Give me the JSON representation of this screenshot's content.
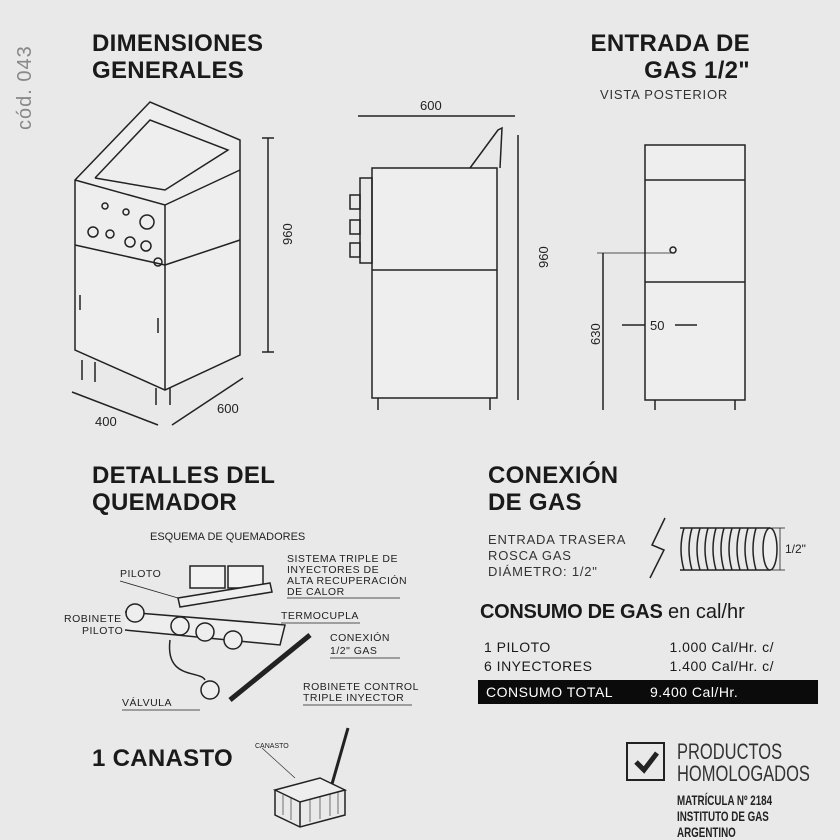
{
  "code": "cód. 043",
  "dimensions": {
    "title_line1": "DIMENSIONES",
    "title_line2": "GENERALES",
    "height": "960",
    "width": "400",
    "depth": "600",
    "side_depth": "600",
    "side_height": "960"
  },
  "gas_inlet": {
    "title_line1": "ENTRADA DE",
    "title_line2": "GAS 1/2\"",
    "subtitle": "VISTA POSTERIOR",
    "height": "630",
    "offset": "50"
  },
  "burner": {
    "title_line1": "DETALLES DEL",
    "title_line2": "QUEMADOR",
    "schema_title": "ESQUEMA DE QUEMADORES",
    "labels": {
      "piloto": "PILOTO",
      "robinete_piloto_1": "ROBINETE",
      "robinete_piloto_2": "PILOTO",
      "sistema_1": "SISTEMA TRIPLE DE",
      "sistema_2": "INYECTORES DE",
      "sistema_3": "ALTA RECUPERACIÓN",
      "sistema_4": "DE CALOR",
      "termocupla": "TERMOCUPLA",
      "conexion_1": "CONEXIÓN",
      "conexion_2": "1/2\" GAS",
      "robinete_control_1": "ROBINETE CONTROL",
      "robinete_control_2": "TRIPLE INYECTOR",
      "valvula": "VÁLVULA"
    }
  },
  "connection": {
    "title_line1": "CONEXIÓN",
    "title_line2": "DE GAS",
    "desc_1": "ENTRADA TRASERA",
    "desc_2": "ROSCA GAS",
    "desc_3": "DIÁMETRO: 1/2\"",
    "diameter": "1/2\""
  },
  "consumption": {
    "title_bold": "CONSUMO DE GAS",
    "title_unit": "en cal/hr",
    "rows": [
      {
        "label": "1 PILOTO",
        "value": "1.000 Cal/Hr. c/"
      },
      {
        "label": "6 INYECTORES",
        "value": "1.400 Cal/Hr. c/"
      }
    ],
    "total_label": "CONSUMO TOTAL",
    "total_value": "9.400 Cal/Hr."
  },
  "basket": {
    "title": "1 CANASTO",
    "label": "CANASTO"
  },
  "certification": {
    "line1": "PRODUCTOS",
    "line2": "HOMOLOGADOS",
    "matricula": "MATRÍCULA Nº 2184",
    "institute": "INSTITUTO DE GAS ARGENTINO"
  }
}
